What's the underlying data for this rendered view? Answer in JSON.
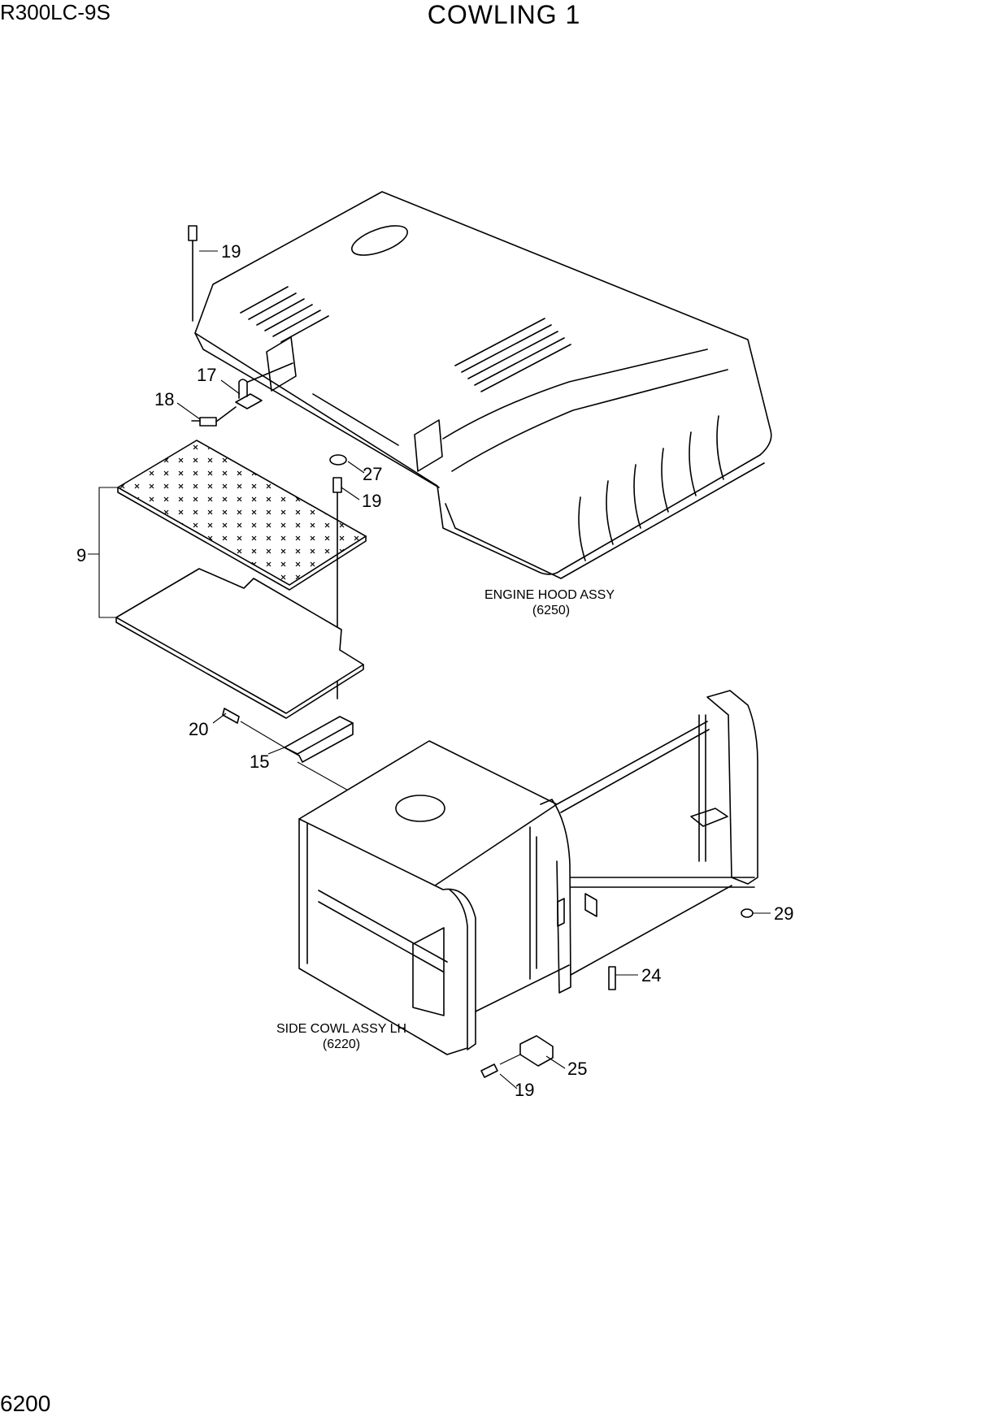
{
  "header": {
    "model": "R300LC-9S",
    "title": "COWLING 1"
  },
  "footer": {
    "page_number": "6200"
  },
  "assemblies": [
    {
      "name": "ENGINE HOOD ASSY",
      "ref": "(6250)"
    },
    {
      "name": "SIDE COWL ASSY LH",
      "ref": "(6220)"
    }
  ],
  "callouts": [
    "19",
    "17",
    "18",
    "27",
    "19",
    "9",
    "20",
    "15",
    "29",
    "24",
    "25",
    "19"
  ]
}
